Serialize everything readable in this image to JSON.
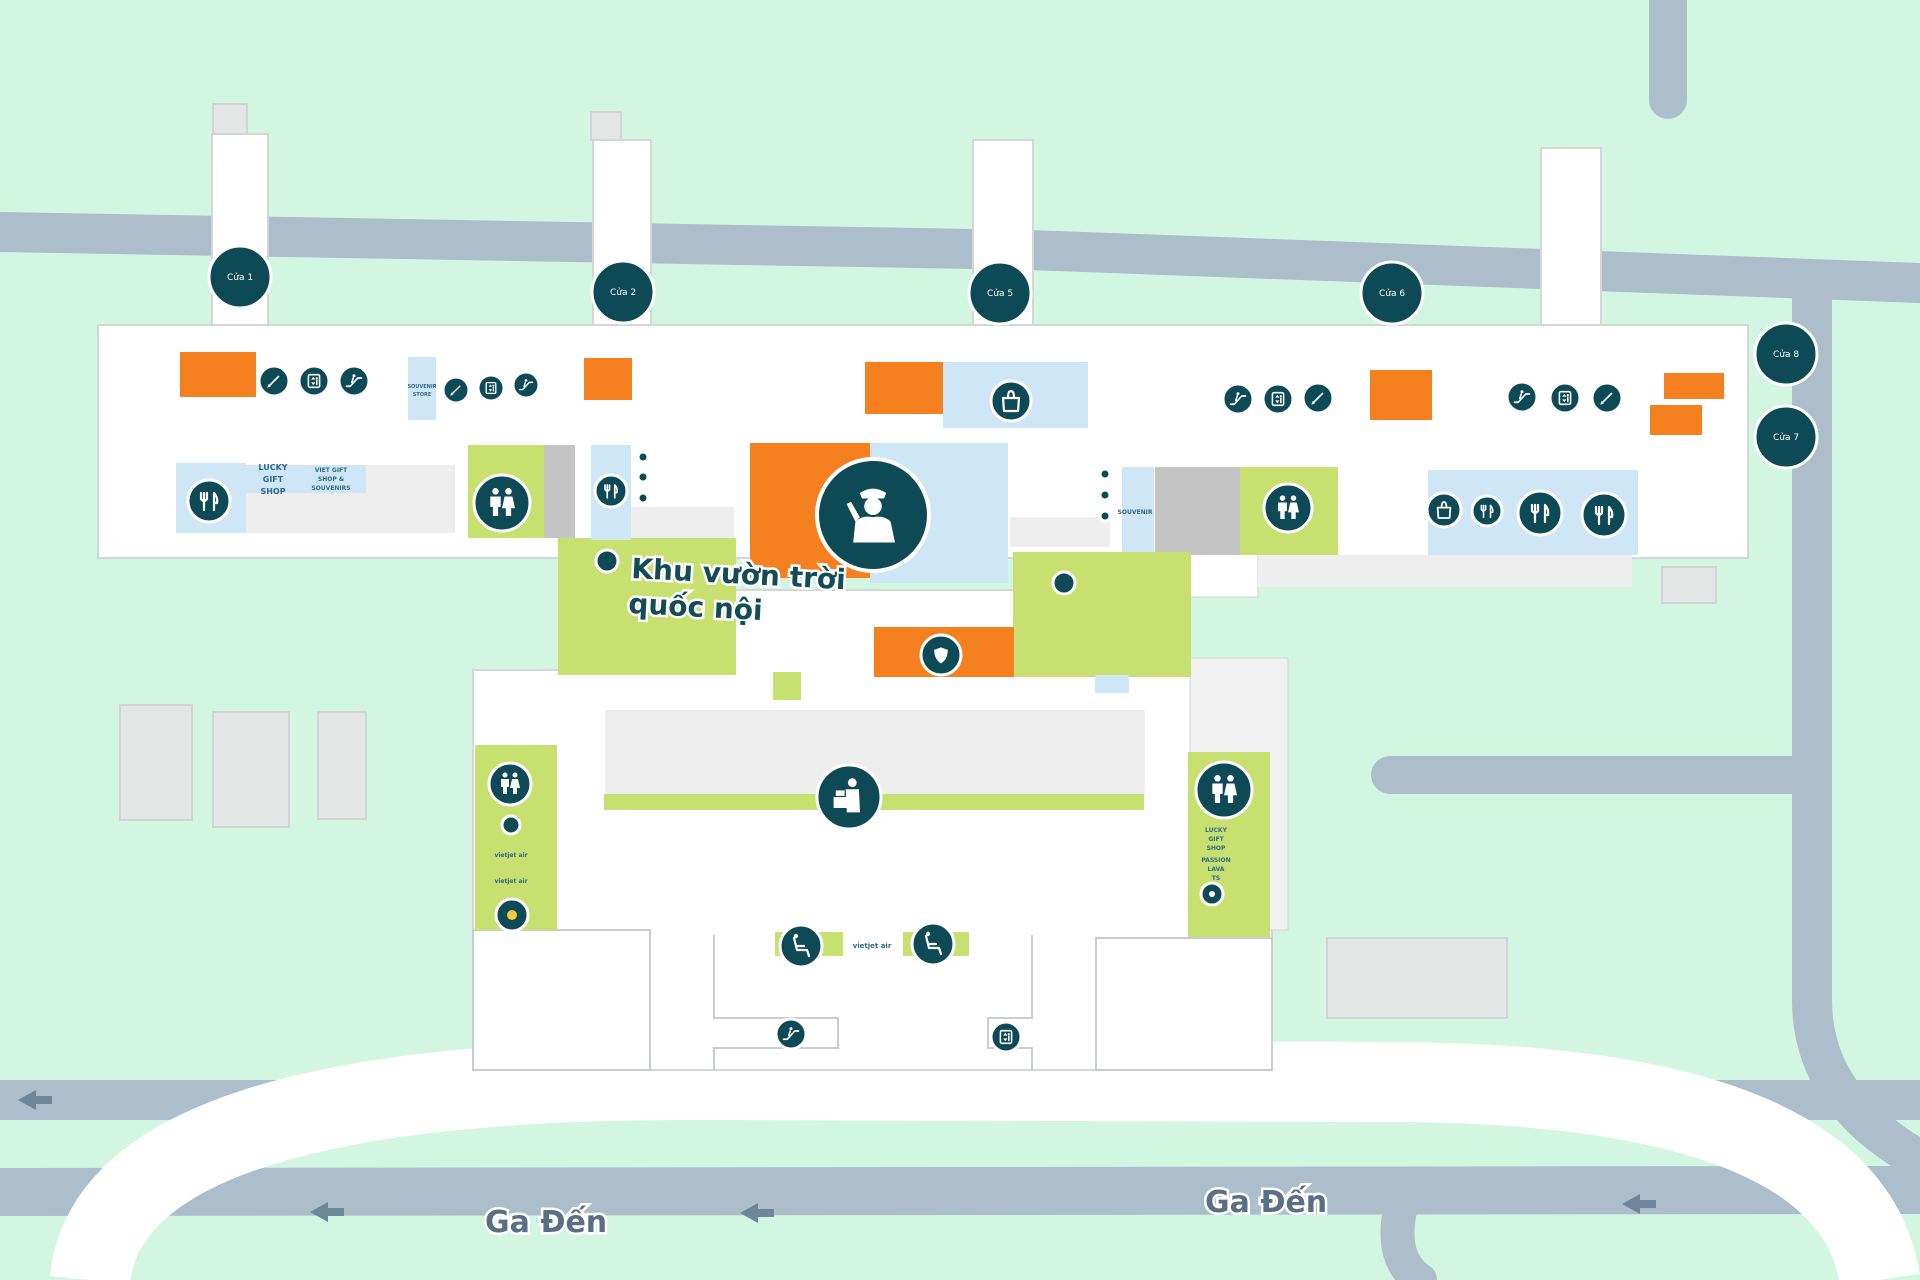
{
  "map": {
    "gates": [
      "Cửa 1",
      "Cửa 2",
      "Cửa 5",
      "Cửa 6",
      "Cửa 8",
      "Cửa 7"
    ],
    "area_label_line1": "Khu vườn trời",
    "area_label_line2": "quốc nội",
    "roads": [
      "Ga Đến",
      "Ga Đến"
    ],
    "shops": {
      "lucky_gift_shop": [
        "LUCKY",
        "GIFT",
        "SHOP"
      ],
      "viet_gift_shop": [
        "VIET GIFT",
        "SHOP &",
        "SOUVENIRS"
      ],
      "souvenir_store": [
        "SOUVENIR",
        "STORE"
      ],
      "souvenir_east": "SOUVENIR",
      "vietjet_1": "vietjet air",
      "vietjet_2": "vietjet air",
      "vietjet_3": "vietjet air",
      "lucky_gift_shop_right": [
        "LUCKY",
        "GIFT",
        "SHOP"
      ],
      "passion_lava": [
        "PASSION",
        "LAVA",
        "TS"
      ]
    },
    "colors": {
      "background": "#d3f6e2",
      "road": "#acbdcb",
      "building": "#ffffff",
      "green_zone": "#c8e06f",
      "orange_zone": "#f5801f",
      "blue_zone": "#cfe6f6",
      "grey_zone": "#c4c4c4",
      "poi_marker": "#0e4a56"
    },
    "icons": [
      "restaurant-icon",
      "restroom-icon",
      "escalator-icon",
      "elevator-icon",
      "shopping-bag-icon",
      "immigration-officer-icon",
      "security-shield-icon",
      "check-in-counter-icon",
      "waiting-seat-icon",
      "pen-icon"
    ]
  }
}
